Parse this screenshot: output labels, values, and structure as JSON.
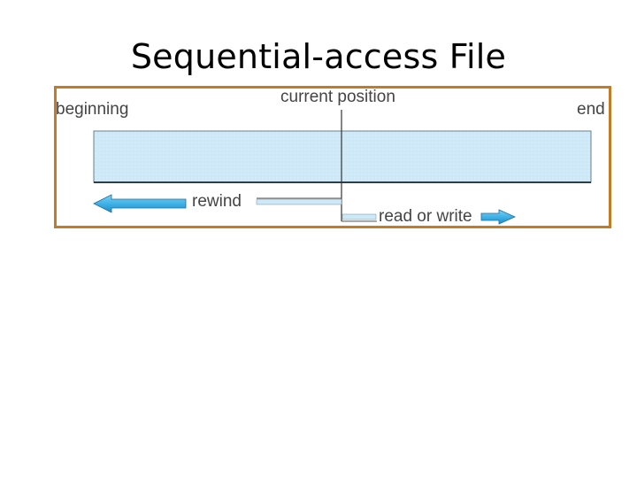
{
  "slide": {
    "title": "Sequential-access File"
  },
  "diagram": {
    "labels": {
      "beginning": "beginning",
      "current_position": "current position",
      "end": "end",
      "rewind": "rewind",
      "read_or_write": "read or write"
    },
    "colors": {
      "frame_border": "#c27b26",
      "tape_fill": "#cde9f7",
      "arrow_fill": "#3fb2e6",
      "text": "#444444"
    }
  }
}
